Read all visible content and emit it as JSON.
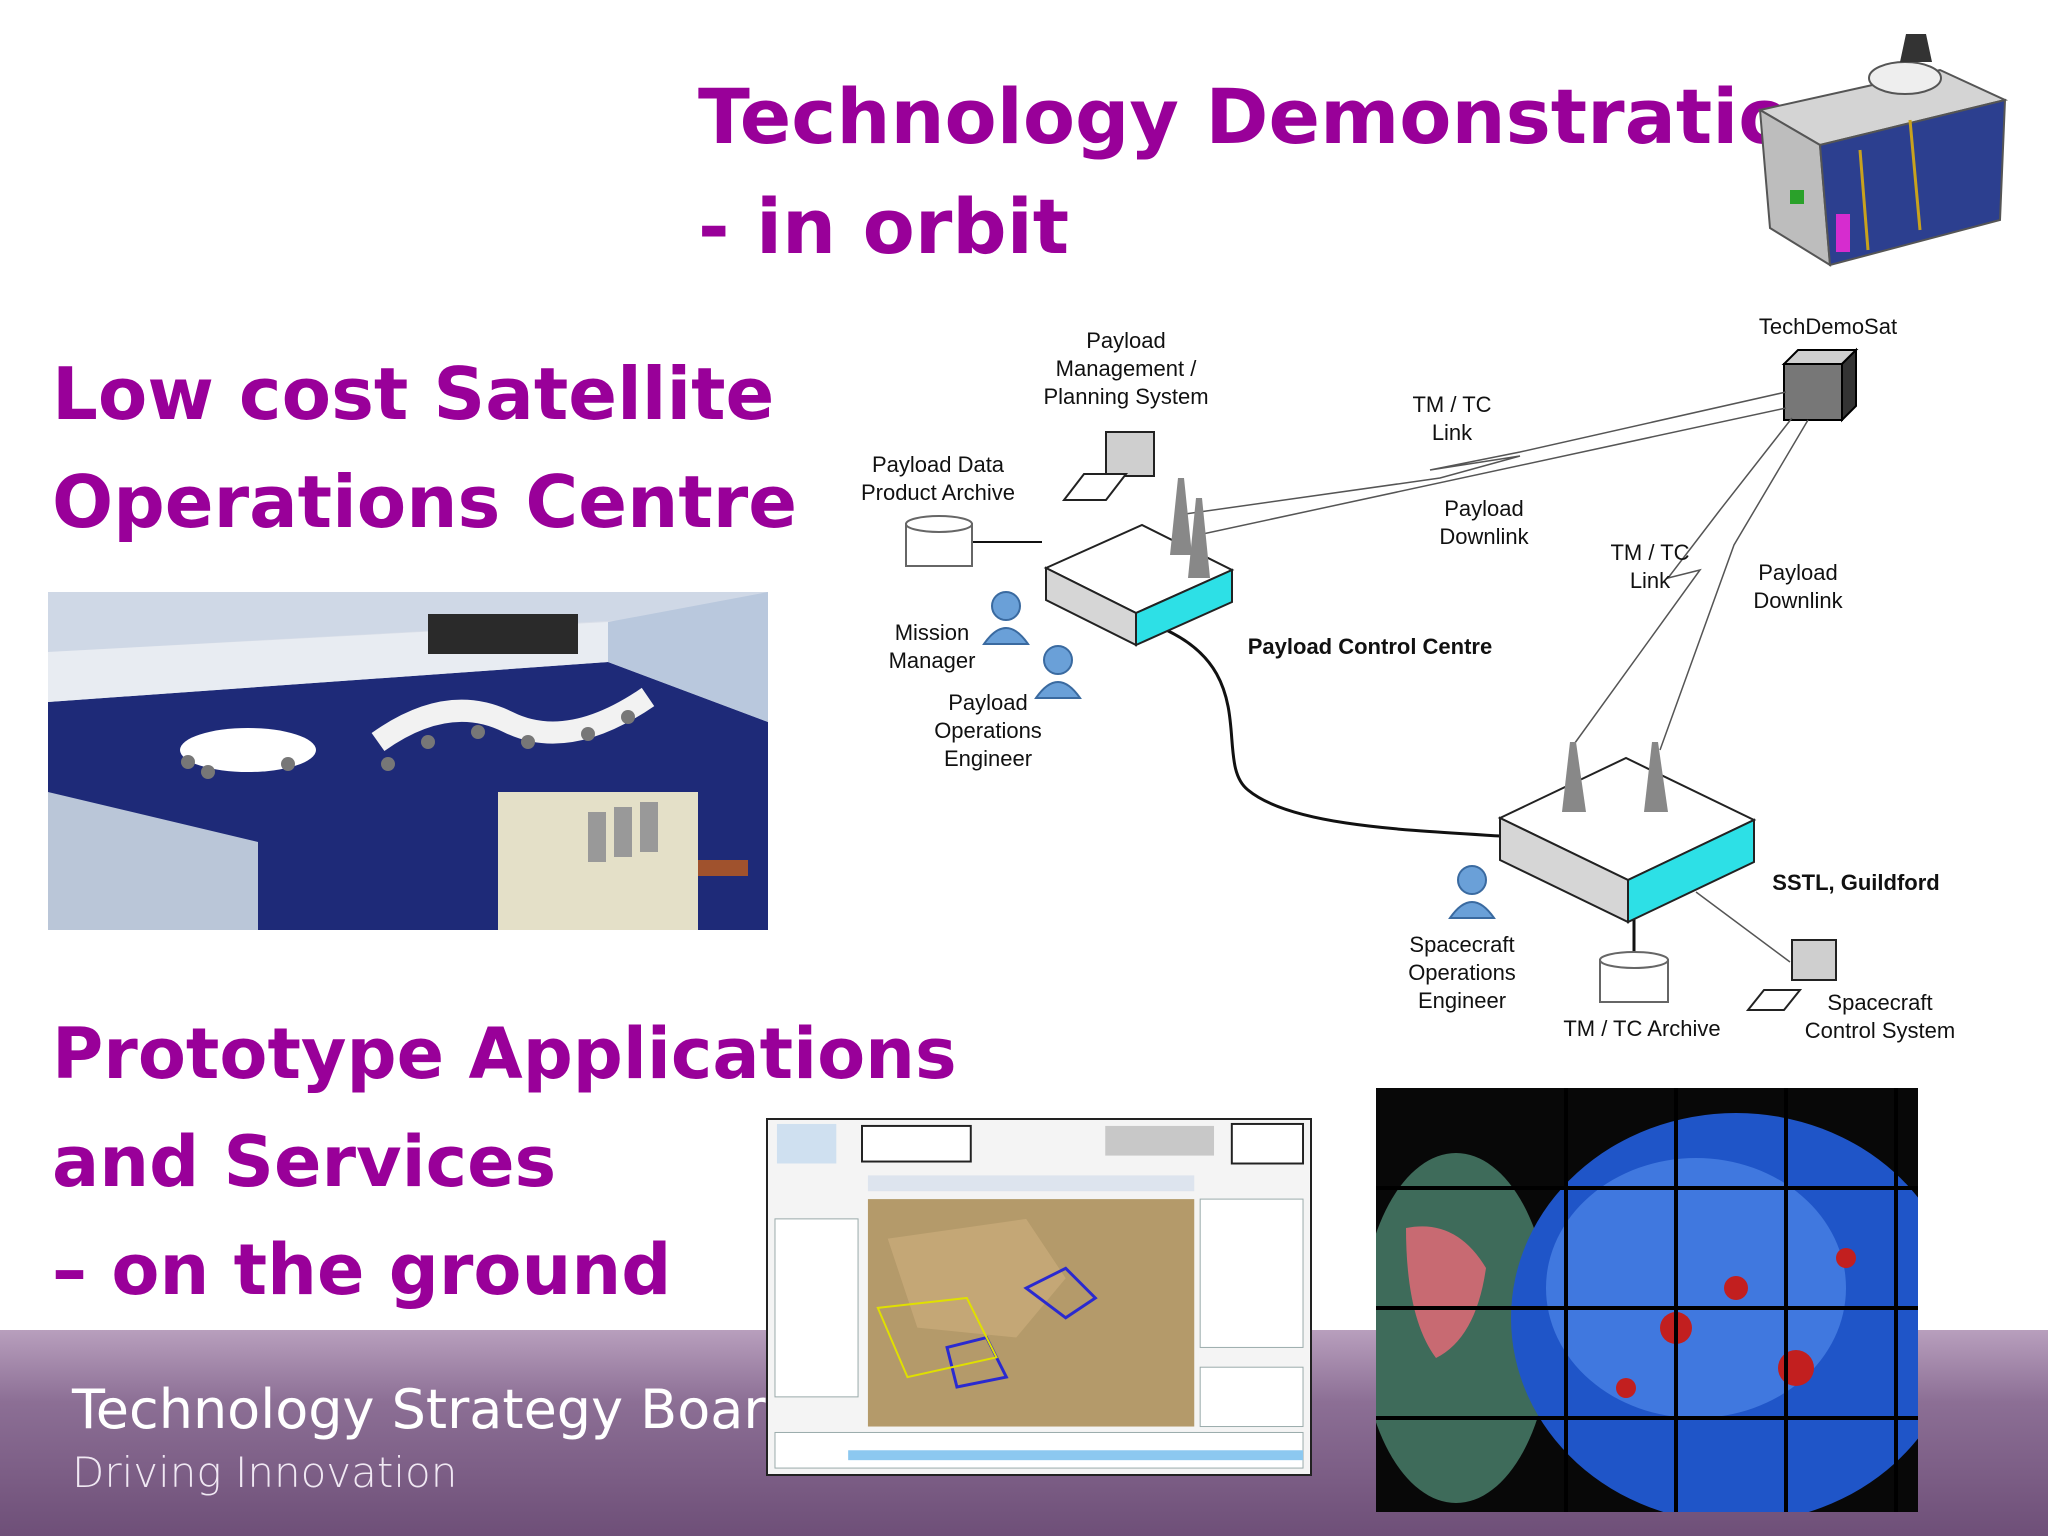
{
  "slide": {
    "title_line1": "Technology Demonstration",
    "title_line2": "- in orbit",
    "left_heading_line1": "Low cost Satellite",
    "left_heading_line2": "Operations Centre",
    "bottom_heading_line1": "Prototype Applications",
    "bottom_heading_line2": "and Services",
    "bottom_heading_line3": "– on the ground",
    "footer_title": "Technology Strategy Board",
    "footer_subtitle": "Driving Innovation",
    "accent_color": "#990099"
  },
  "diagram": {
    "techdemosat": "TechDemoSat",
    "payload_mgmt_1": "Payload",
    "payload_mgmt_2": "Management /",
    "payload_mgmt_3": "Planning System",
    "archive_1": "Payload Data",
    "archive_2": "Product Archive",
    "tmtc_link_top_1": "TM / TC",
    "tmtc_link_top_2": "Link",
    "downlink_top_1": "Payload",
    "downlink_top_2": "Downlink",
    "tmtc_link_right_1": "TM / TC",
    "tmtc_link_right_2": "Link",
    "downlink_right_1": "Payload",
    "downlink_right_2": "Downlink",
    "mission_manager_1": "Mission",
    "mission_manager_2": "Manager",
    "payload_ops_1": "Payload",
    "payload_ops_2": "Operations",
    "payload_ops_3": "Engineer",
    "pcc": "Payload Control Centre",
    "sstl": "SSTL, Guildford",
    "sc_ops_1": "Spacecraft",
    "sc_ops_2": "Operations",
    "sc_ops_3": "Engineer",
    "tmtc_archive": "TM / TC Archive",
    "sc_control_1": "Spacecraft",
    "sc_control_2": "Control System"
  }
}
